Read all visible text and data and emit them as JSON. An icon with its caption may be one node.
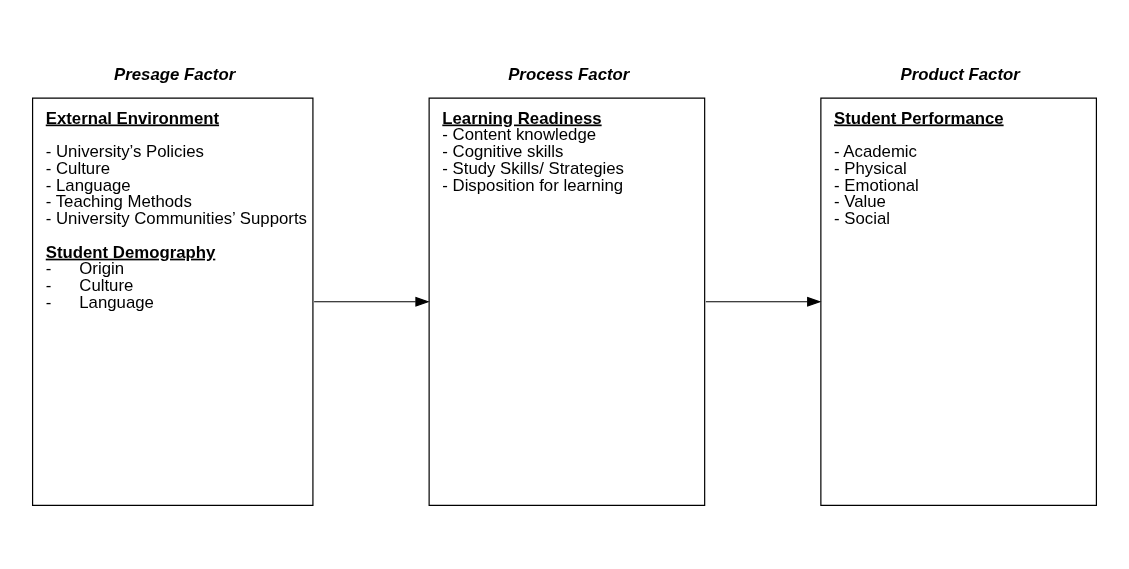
{
  "diagram": {
    "nodes": [
      {
        "text": [
          "Presage Factor",
          "External Environment",
          "- University’s Policies",
          "- Culture",
          "- Language",
          "- Teaching Methods",
          "- University Communities’ Supports",
          "Student Demography",
          "-      Origin",
          "-      Culture",
          "-      Language"
        ]
      },
      {
        "text": [
          "Process Factor",
          "Learning Readiness",
          "- Content knowledge",
          "- Cognitive skills",
          "- Study Skills/ Strategies",
          "- Disposition for learning"
        ]
      },
      {
        "text": [
          "Product Factor",
          "Student Performance",
          "- Academic",
          "- Physical",
          "- Emotional",
          "- Value",
          "- Social"
        ]
      }
    ],
    "edges": [
      {
        "from": 0,
        "to": 1,
        "arrow": "to"
      },
      {
        "from": 1,
        "to": 2,
        "arrow": "to"
      }
    ]
  }
}
